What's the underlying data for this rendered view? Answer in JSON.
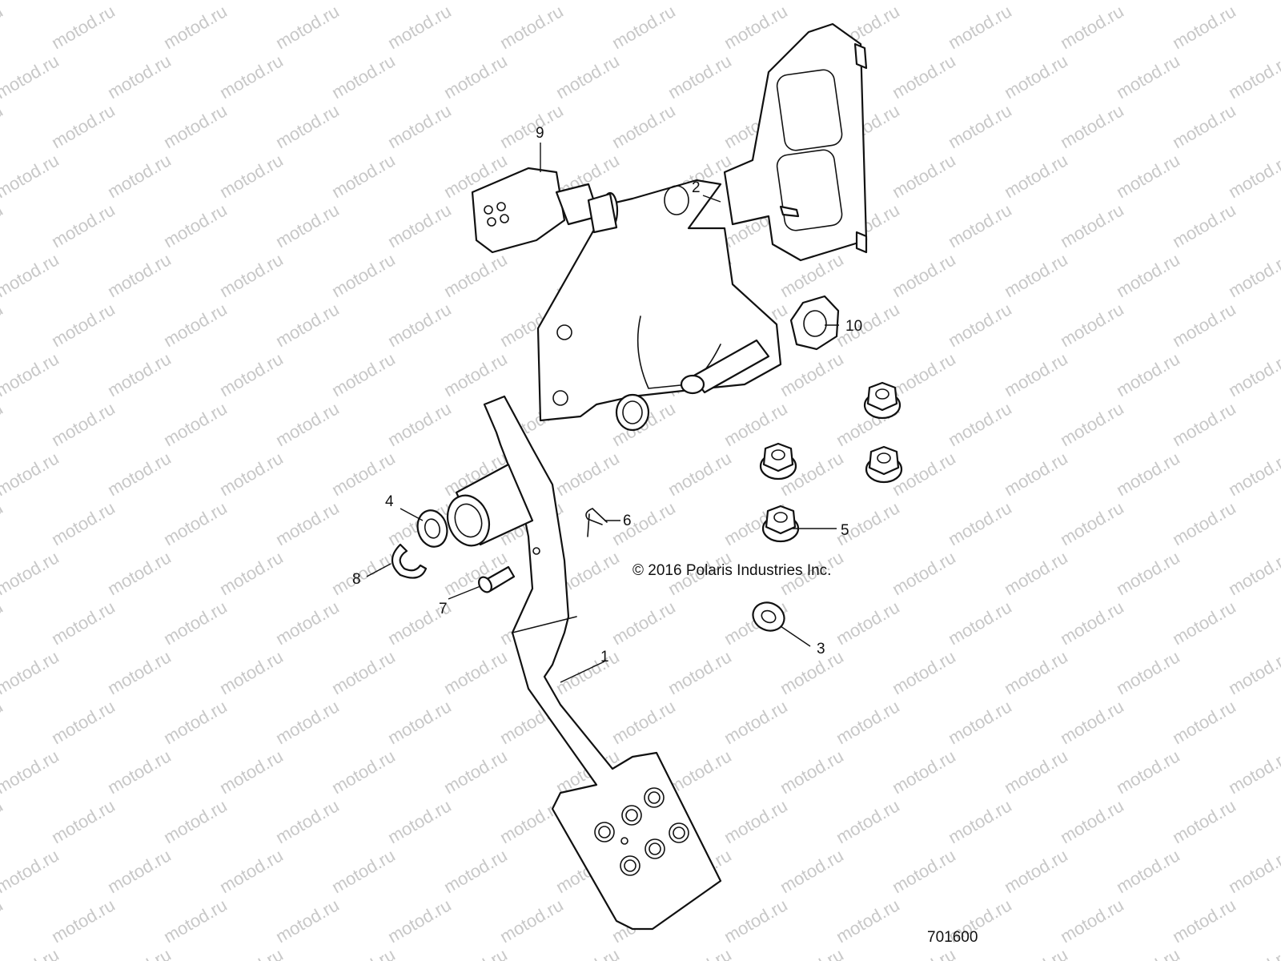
{
  "watermark": "motod.ru",
  "copyright": "© 2016 Polaris Industries Inc.",
  "figure_number": "701600",
  "callouts": [
    "1",
    "2",
    "3",
    "4",
    "5",
    "6",
    "7",
    "8",
    "9",
    "10"
  ],
  "colors": {
    "line": "#111111",
    "watermark": "#c8c8c8",
    "background": "#ffffff"
  }
}
